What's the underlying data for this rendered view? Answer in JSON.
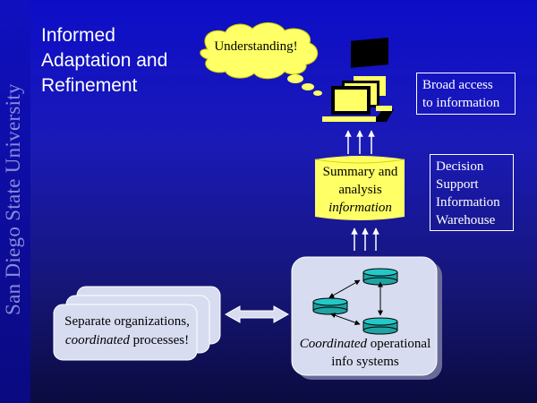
{
  "sidebar": {
    "university": "San Diego State University"
  },
  "title": {
    "line1": "Informed",
    "line2": "Adaptation and",
    "line3": "Refinement"
  },
  "cloud": {
    "text": "Understanding!"
  },
  "broad_access": {
    "line1": "Broad access",
    "line2": "to information"
  },
  "dsi": {
    "line1": "Decision",
    "line2": "Support",
    "line3": "Information",
    "line4": "Warehouse"
  },
  "summary": {
    "line1": "Summary and",
    "line2": "analysis",
    "line3": "information"
  },
  "separate": {
    "line1": "Separate organizations,",
    "line2_italic": "coordinated",
    "line2_rest": " processes!"
  },
  "coordinated": {
    "line1_italic": "Coordinated",
    "line1_rest": " operational",
    "line2": "info systems"
  },
  "colors": {
    "background": "#1212b0",
    "cloud_fill": "#ffff66",
    "database": "#1fa3a3",
    "panel": "#d8dcf0",
    "monitor": "#ffff66"
  }
}
